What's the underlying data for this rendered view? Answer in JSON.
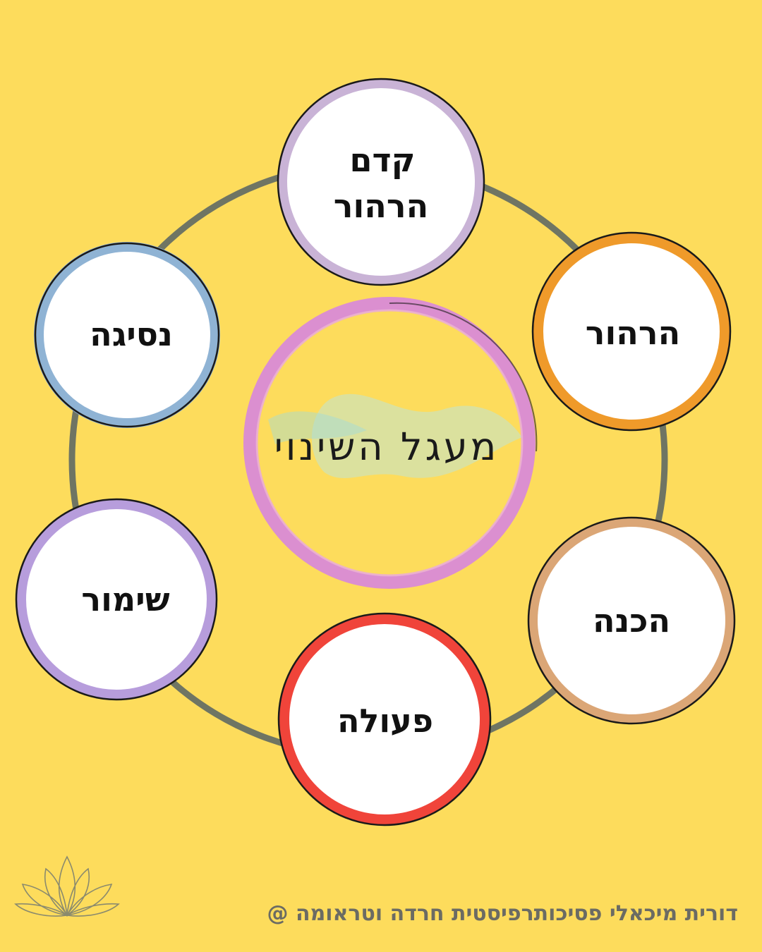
{
  "diagram": {
    "center_title": "מעגל השינוי",
    "stages": [
      {
        "id": "precontemplation",
        "lines": [
          "קדם",
          "הרהור"
        ],
        "color": "#c9b3d6"
      },
      {
        "id": "contemplation",
        "lines": [
          "הרהור"
        ],
        "color": "#ef9a2a"
      },
      {
        "id": "preparation",
        "lines": [
          "הכנה"
        ],
        "color": "#dba676"
      },
      {
        "id": "action",
        "lines": [
          "פעולה"
        ],
        "color": "#f0443a"
      },
      {
        "id": "maintenance",
        "lines": [
          "שימור"
        ],
        "color": "#b79ddc"
      },
      {
        "id": "relapse",
        "lines": [
          "נסיגה"
        ],
        "color": "#8fb3d4"
      }
    ],
    "ring_color": "#6f7563",
    "center_ring_color": "#d98ad6"
  },
  "footer": {
    "credit": "דורית מיכאלי פסיכותרפיסטית חרדה וטראומה @"
  },
  "icons": {
    "logo": "lotus-icon"
  }
}
